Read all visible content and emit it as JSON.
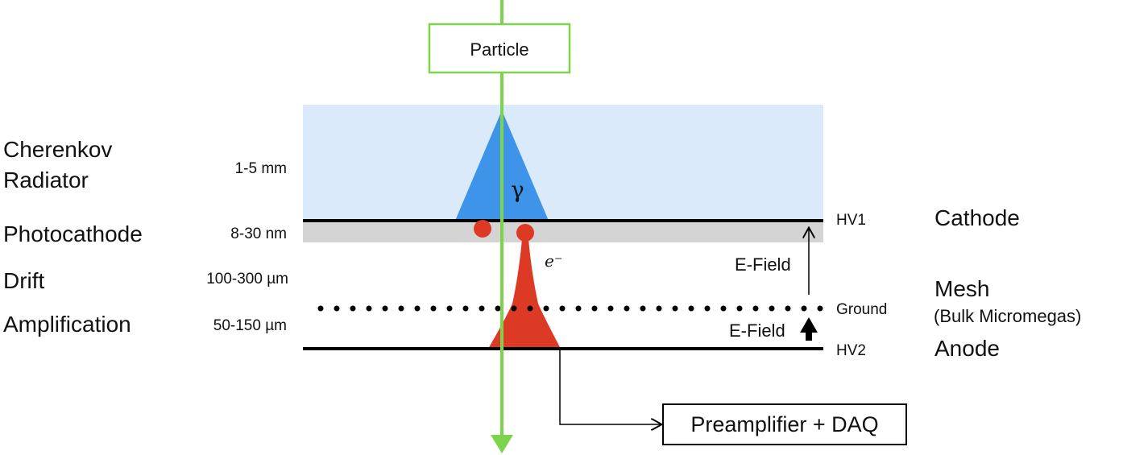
{
  "particle_label": "Particle",
  "gamma_symbol": "γ",
  "electron_symbol": "e⁻",
  "layers": [
    {
      "name_line1": "Cherenkov",
      "name_line2": "Radiator",
      "thickness": "1-5 mm"
    },
    {
      "name": "Photocathode",
      "thickness": "8-30 nm"
    },
    {
      "name": "Drift",
      "thickness": "100-300 µm"
    },
    {
      "name": "Amplification",
      "thickness": "50-150 µm"
    }
  ],
  "voltages": {
    "hv1": "HV1",
    "ground": "Ground",
    "hv2": "HV2"
  },
  "field_labels": {
    "drift": "E-Field",
    "amplification": "E-Field"
  },
  "electrodes": {
    "cathode": "Cathode",
    "mesh": "Mesh",
    "mesh_detail": "(Bulk Micromegas)",
    "anode": "Anode"
  },
  "readout_label": "Preamplifier + DAQ",
  "colors": {
    "radiator_fill": "#dbeafb",
    "photocathode_fill": "#d4d4d4",
    "cherenkov_cone": "#3d94e8",
    "electron_avalanche": "#dc3a24",
    "particle_track": "#7bd44a",
    "electrode_line": "#000000"
  }
}
